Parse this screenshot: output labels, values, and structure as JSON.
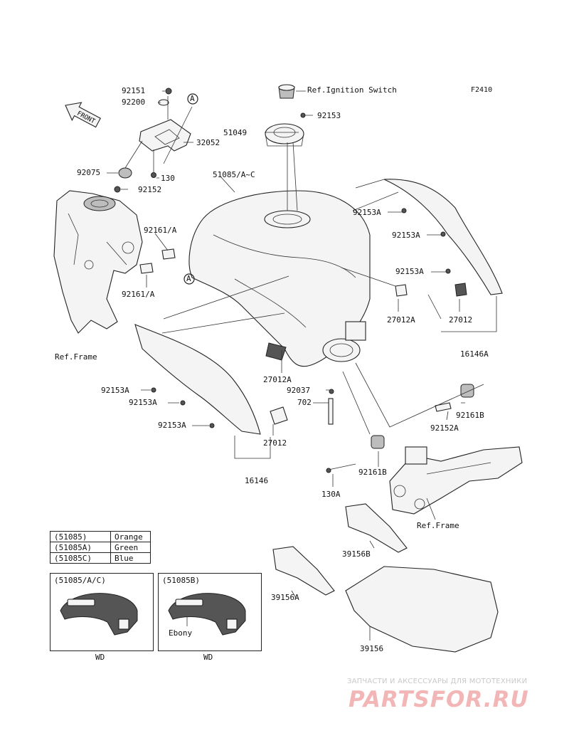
{
  "diagram_id": "F2410",
  "front_arrow": "FRONT",
  "refs": {
    "ignition_switch": "Ref.Ignition Switch",
    "frame_left": "Ref.Frame",
    "frame_right": "Ref.Frame"
  },
  "circle_marks": [
    "A",
    "A"
  ],
  "parts": {
    "p92151": "92151",
    "p92200": "92200",
    "p32052": "32052",
    "p92075": "92075",
    "p130": "130",
    "p92152": "92152",
    "p92153_top": "92153",
    "p51049": "51049",
    "p51085": "51085/A~C",
    "p92161A_top": "92161/A",
    "p92161A_bot": "92161/A",
    "p92153A_r1": "92153A",
    "p92153A_r2": "92153A",
    "p92153A_r3": "92153A",
    "p27012A_r": "27012A",
    "p27012_r": "27012",
    "p16146A": "16146A",
    "p27012A_c": "27012A",
    "p92037": "92037",
    "p702": "702",
    "p92153A_l1": "92153A",
    "p92153A_l2": "92153A",
    "p92153A_l3": "92153A",
    "p27012_c": "27012",
    "p16146": "16146",
    "p92161B_r": "92161B",
    "p92152A": "92152A",
    "p92161B_c": "92161B",
    "p130A": "130A",
    "p39156B": "39156B",
    "p39156A": "39156A",
    "p39156": "39156"
  },
  "color_legend": [
    {
      "code": "(51085)",
      "color": "Orange"
    },
    {
      "code": "(51085A)",
      "color": "Green"
    },
    {
      "code": "(51085C)",
      "color": "Blue"
    }
  ],
  "variants": [
    {
      "title": "(51085/A/C)",
      "caption": "WD",
      "note": ""
    },
    {
      "title": "(51085B)",
      "caption": "WD",
      "note": "Ebony"
    }
  ],
  "watermark": {
    "tagline": "ЗАПЧАСТИ И АКСЕССУАРЫ ДЛЯ МОТОТЕХНИКИ",
    "brand": "PARTSFOR.RU"
  }
}
